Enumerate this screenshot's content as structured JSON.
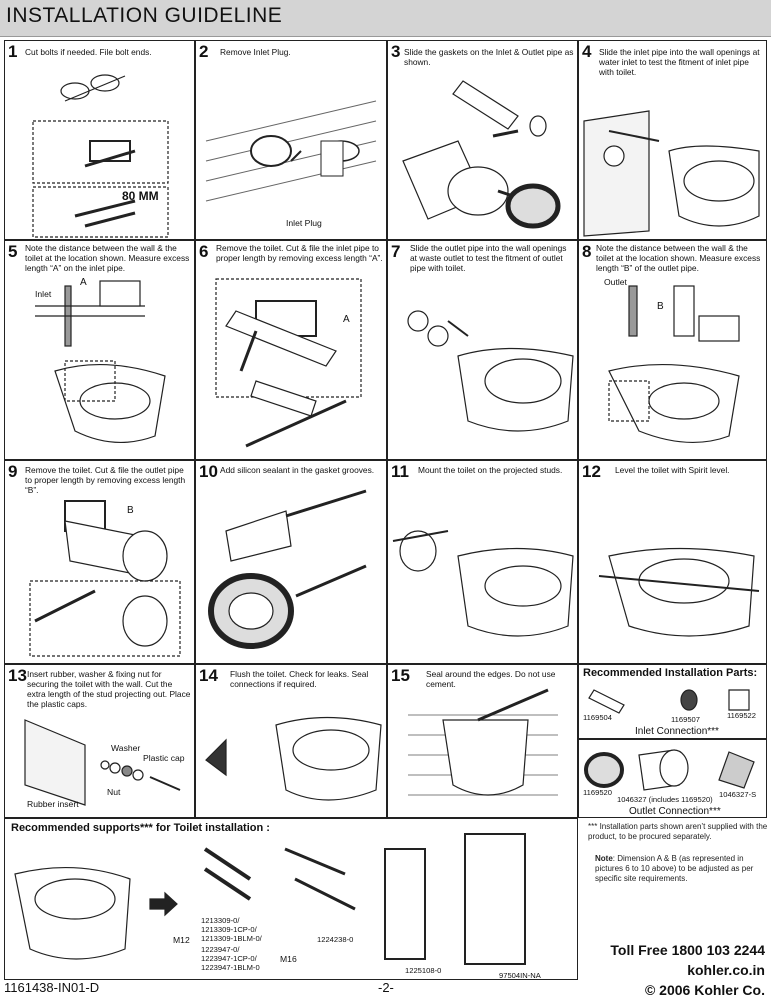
{
  "header": {
    "title": "INSTALLATION GUIDELINE"
  },
  "steps": [
    {
      "num": "1",
      "text": "Cut bolts if needed. File bolt ends.",
      "labels": [
        "80 MM"
      ]
    },
    {
      "num": "2",
      "text": "Remove Inlet Plug.",
      "labels": [
        "Inlet Plug"
      ]
    },
    {
      "num": "3",
      "text": "Slide the gaskets on the Inlet & Outlet pipe as shown.",
      "labels": []
    },
    {
      "num": "4",
      "text": "Slide the inlet pipe into the wall openings at water inlet to test the fitment of inlet pipe with toilet.",
      "labels": []
    },
    {
      "num": "5",
      "text": "Note the distance between the wall & the toilet at the location shown. Measure excess length “A” on the inlet pipe.",
      "labels": [
        "Inlet",
        "A"
      ]
    },
    {
      "num": "6",
      "text": "Remove the toilet. Cut & file the inlet pipe to proper length by removing excess length “A”.",
      "labels": [
        "A"
      ]
    },
    {
      "num": "7",
      "text": "Slide the outlet pipe into the wall openings at waste outlet to test the fitment of outlet pipe with toilet.",
      "labels": []
    },
    {
      "num": "8",
      "text": "Note the distance between the wall & the toilet at the location shown. Measure excess length “B” of the outlet pipe.",
      "labels": [
        "Outlet",
        "B"
      ]
    },
    {
      "num": "9",
      "text": "Remove the toilet. Cut & file the outlet pipe to proper length by removing excess length “B”.",
      "labels": [
        "B"
      ]
    },
    {
      "num": "10",
      "text": "Add silicon sealant in the gasket grooves.",
      "labels": []
    },
    {
      "num": "11",
      "text": "Mount the toilet on the projected studs.",
      "labels": []
    },
    {
      "num": "12",
      "text": "Level the toilet with Spirit level.",
      "labels": []
    },
    {
      "num": "13",
      "text": "Insert rubber, washer & fixing nut for securing the toilet with the wall. Cut the extra length of the stud projecting out. Place the plastic caps.",
      "labels": [
        "Washer",
        "Plastic cap",
        "Nut",
        "Rubber insert"
      ]
    },
    {
      "num": "14",
      "text": "Flush the toilet. Check for leaks. Seal connections if required.",
      "labels": []
    },
    {
      "num": "15",
      "text": "Seal around the edges. Do not use cement.",
      "labels": []
    }
  ],
  "parts": {
    "title": "Recommended Installation Parts:",
    "inlet_codes": [
      "1169504",
      "1169507",
      "1169522"
    ],
    "inlet_caption": "Inlet Connection***",
    "outlet_codes": [
      "1169520",
      "1046327 (includes 1169520)",
      "1046327-S"
    ],
    "outlet_caption": "Outlet Connection***"
  },
  "supports": {
    "title": "Recommended supports*** for Toilet installation :",
    "m12_label": "M12",
    "m12_codes": [
      "1213309-0/",
      "1213309-1CP-0/",
      "1213309-1BLM-0/"
    ],
    "m16_codes": [
      "1223947-0/",
      "1223947-1CP-0/",
      "1223947-1BLM-0"
    ],
    "m16_label": "M16",
    "code_a": "1224238-0",
    "code_b": "1225108-0",
    "code_c": "97504IN-NA"
  },
  "notes": {
    "disclaimer": "*** Installation parts shown aren’t supplied with the product, to be procured separately.",
    "note_label": "Note",
    "note_text": ": Dimension A & B (as represented in pictures 6 to 10 above) to be adjusted as per specific site requirements."
  },
  "contact": {
    "toll_free": "Toll Free 1800 103 2244",
    "site": "kohler.co.in",
    "copyright": "© 2006 Kohler Co."
  },
  "footer": {
    "doc_code": "1161438-IN01-D",
    "page": "-2-"
  }
}
